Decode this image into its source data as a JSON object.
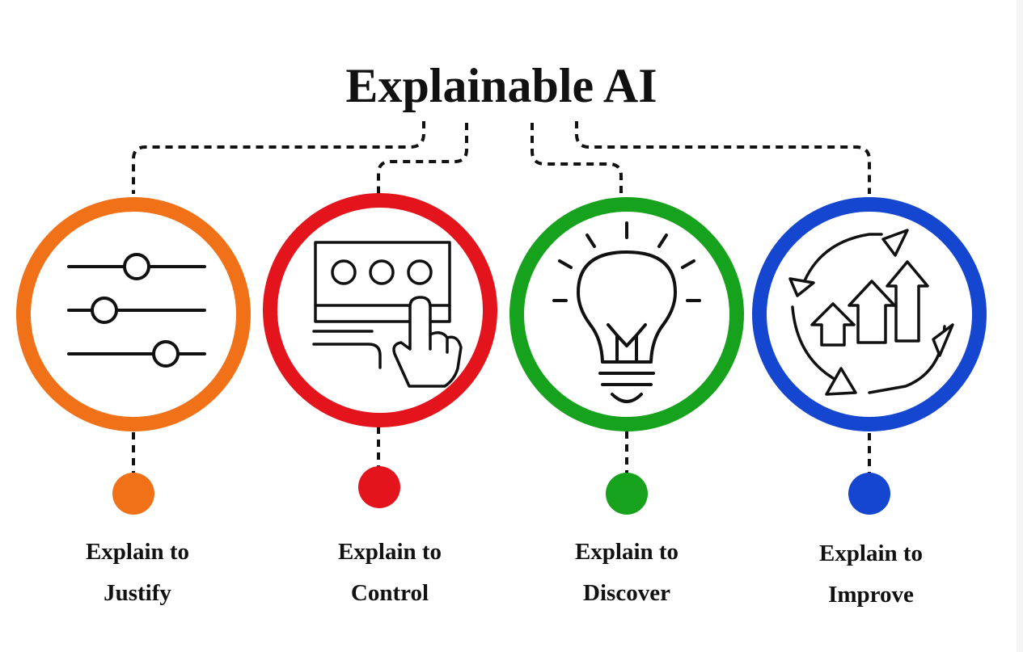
{
  "title": "Explainable AI",
  "colors": {
    "justify": "#f07117",
    "control": "#e3141b",
    "discover": "#17a21d",
    "improve": "#1446cf",
    "ink": "#111111"
  },
  "nodes": [
    {
      "line1": "Explain to",
      "line2": "Justify",
      "icon": "sliders-icon",
      "color": "#f07117"
    },
    {
      "line1": "Explain to",
      "line2": "Control",
      "icon": "control-panel-hand-icon",
      "color": "#e3141b"
    },
    {
      "line1": "Explain to",
      "line2": "Discover",
      "icon": "lightbulb-icon",
      "color": "#17a21d"
    },
    {
      "line1": "Explain to",
      "line2": "Improve",
      "icon": "growth-cycle-icon",
      "color": "#1446cf"
    }
  ]
}
